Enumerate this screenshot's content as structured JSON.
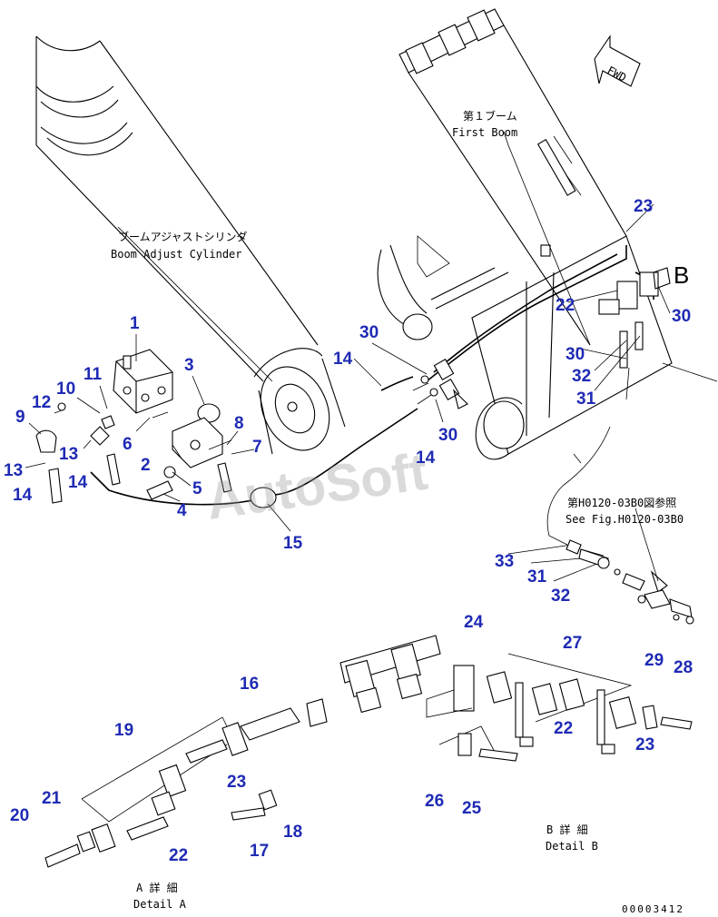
{
  "notes": {
    "first_boom_jp": "第１ブーム",
    "first_boom_en": "First Boom",
    "boom_adjust_jp": "ブームアジャストシリンダ",
    "boom_adjust_en": "Boom Adjust Cylinder",
    "see_fig_jp": "第H0120-03B0図参照",
    "see_fig_en": "See Fig.H0120-03B0",
    "detail_b_jp": "B 詳 細",
    "detail_b_en": "Detail B",
    "detail_a_jp": "A 詳 細",
    "detail_a_en": "Detail A",
    "fwd": "FWD",
    "view_b": "B",
    "drawing_number": "00003412",
    "watermark": "AutoSoft"
  },
  "callouts": [
    "1",
    "2",
    "3",
    "4",
    "5",
    "6",
    "7",
    "8",
    "9",
    "10",
    "11",
    "12",
    "13",
    "13",
    "14",
    "14",
    "14",
    "14",
    "15",
    "16",
    "17",
    "18",
    "19",
    "20",
    "21",
    "22",
    "22",
    "22",
    "23",
    "23",
    "23",
    "24",
    "25",
    "26",
    "27",
    "28",
    "29",
    "30",
    "30",
    "30",
    "30",
    "31",
    "31",
    "32",
    "32",
    "33"
  ],
  "colors": {
    "callout": "#1f2bb4",
    "line": "#000000",
    "background": "#ffffff"
  }
}
